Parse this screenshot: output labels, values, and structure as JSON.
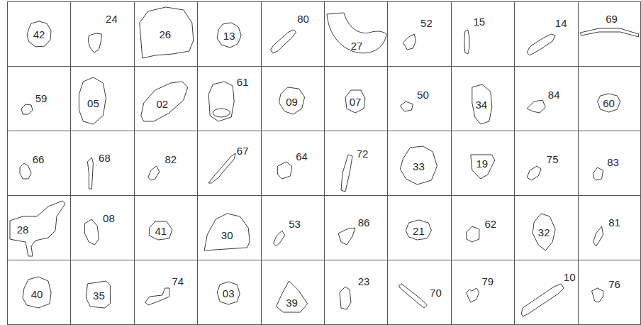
{
  "diagram": {
    "nodes": [
      {
        "text": [
          "42"
        ]
      },
      {
        "text": [
          "24"
        ]
      },
      {
        "text": [
          "26"
        ]
      },
      {
        "text": [
          "13"
        ]
      },
      {
        "text": [
          "80"
        ]
      },
      {
        "text": [
          "27"
        ]
      },
      {
        "text": [
          "52"
        ]
      },
      {
        "text": [
          "15"
        ]
      },
      {
        "text": [
          "14"
        ]
      },
      {
        "text": [
          "69"
        ]
      },
      {
        "text": [
          "59"
        ]
      },
      {
        "text": [
          "05"
        ]
      },
      {
        "text": [
          "02"
        ]
      },
      {
        "text": [
          "61"
        ]
      },
      {
        "text": [
          "09"
        ]
      },
      {
        "text": [
          "07"
        ]
      },
      {
        "text": [
          "50"
        ]
      },
      {
        "text": [
          "34"
        ]
      },
      {
        "text": [
          "84"
        ]
      },
      {
        "text": [
          "60"
        ]
      },
      {
        "text": [
          "66"
        ]
      },
      {
        "text": [
          "68"
        ]
      },
      {
        "text": [
          "82"
        ]
      },
      {
        "text": [
          "67"
        ]
      },
      {
        "text": [
          "64"
        ]
      },
      {
        "text": [
          "72"
        ]
      },
      {
        "text": [
          "33"
        ]
      },
      {
        "text": [
          "19"
        ]
      },
      {
        "text": [
          "75"
        ]
      },
      {
        "text": [
          "83"
        ]
      },
      {
        "text": [
          "28"
        ]
      },
      {
        "text": [
          "08"
        ]
      },
      {
        "text": [
          "41"
        ]
      },
      {
        "text": [
          "30"
        ]
      },
      {
        "text": [
          "53"
        ]
      },
      {
        "text": [
          "86"
        ]
      },
      {
        "text": [
          "21"
        ]
      },
      {
        "text": [
          "62"
        ]
      },
      {
        "text": [
          "32"
        ]
      },
      {
        "text": [
          "81"
        ]
      },
      {
        "text": [
          "40"
        ]
      },
      {
        "text": [
          "35"
        ]
      },
      {
        "text": [
          "74"
        ]
      },
      {
        "text": [
          "03"
        ]
      },
      {
        "text": [
          "39"
        ]
      },
      {
        "text": [
          "23"
        ]
      },
      {
        "text": [
          "70"
        ]
      },
      {
        "text": [
          "79"
        ]
      },
      {
        "text": [
          "10"
        ]
      },
      {
        "text": [
          "76"
        ]
      }
    ]
  }
}
